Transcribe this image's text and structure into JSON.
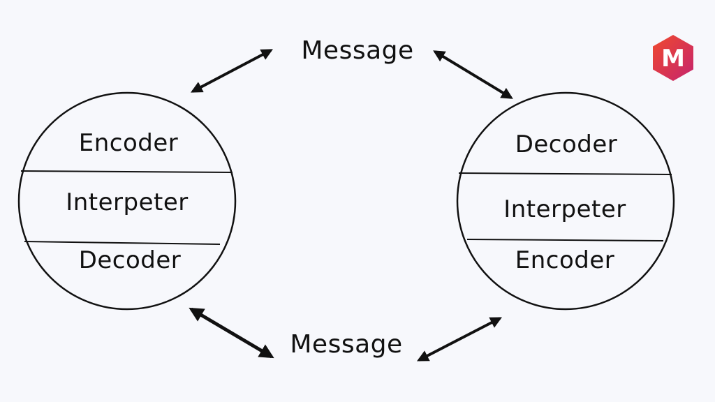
{
  "diagram": {
    "top_message": "Message",
    "bottom_message": "Message",
    "left_circle": {
      "top": "Encoder",
      "middle": "Interpeter",
      "bottom": "Decoder"
    },
    "right_circle": {
      "top": "Decoder",
      "middle": "Interpeter",
      "bottom": "Encoder"
    }
  },
  "logo": {
    "letter": "M",
    "colors": [
      "#f04a2d",
      "#c5246e"
    ]
  }
}
